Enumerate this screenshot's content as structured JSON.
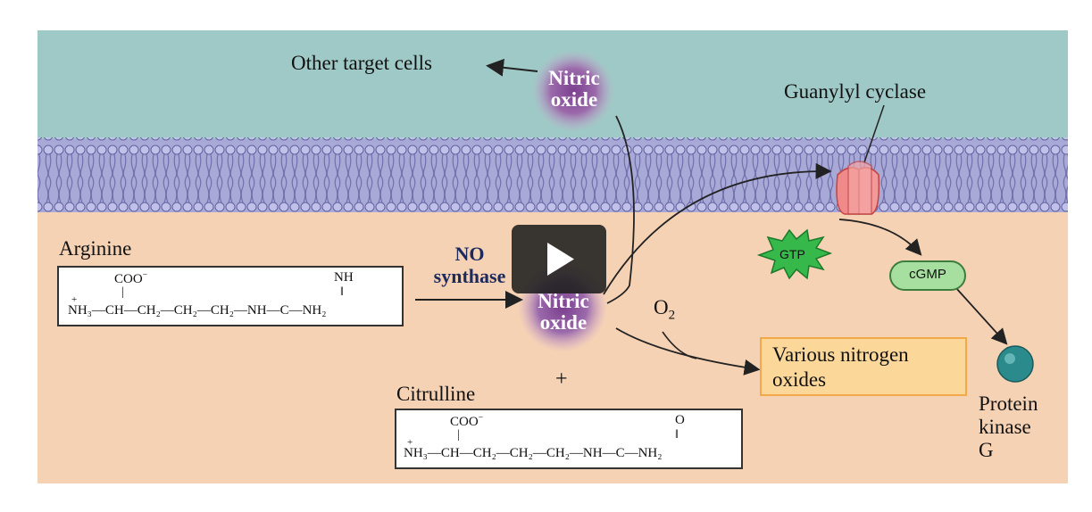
{
  "labels": {
    "other_target_cells": "Other target cells",
    "nitric_oxide_top": [
      "Nitric",
      "oxide"
    ],
    "guanylyl_cyclase": "Guanylyl cyclase",
    "arginine": "Arginine",
    "no_synthase": [
      "NO",
      "synthase"
    ],
    "nitric_oxide_mid": [
      "Nitric",
      "oxide"
    ],
    "o2": "O",
    "o2_sub": "2",
    "gtp": "GTP",
    "cgmp": "cGMP",
    "various_nitrogen_oxides": [
      "Various nitrogen",
      "oxides"
    ],
    "plus": "+",
    "citrulline": "Citrulline",
    "protein_kinase_g": [
      "Protein",
      "kinase",
      "G"
    ]
  },
  "arginine_formula": {
    "top_left": "COO",
    "top_left_sup": "−",
    "top_right": "NH",
    "main_prefix_sup": "+",
    "main": "NH₃—CH—CH₂—CH₂—CH₂—NH—C—NH₂"
  },
  "citrulline_formula": {
    "top_left": "COO",
    "top_left_sup": "−",
    "top_right": "O",
    "main_prefix_sup": "+",
    "main": "NH₃—CH—CH₂—CH₂—CH₂—NH—C—NH₂"
  },
  "colors": {
    "extracellular": "#9fc9c6",
    "membrane": "#a9a9d8",
    "cytoplasm": "#f6d2b5",
    "nitric_oxide": "#8a5a9c",
    "guanylyl_cyclase": "#f08a8a",
    "gtp": "#37b84a",
    "cgmp": "#a7dfa0",
    "protein_kinase": "#2a8a8c",
    "label_box": "#fbd79a"
  },
  "video": {
    "control": "play-icon"
  }
}
